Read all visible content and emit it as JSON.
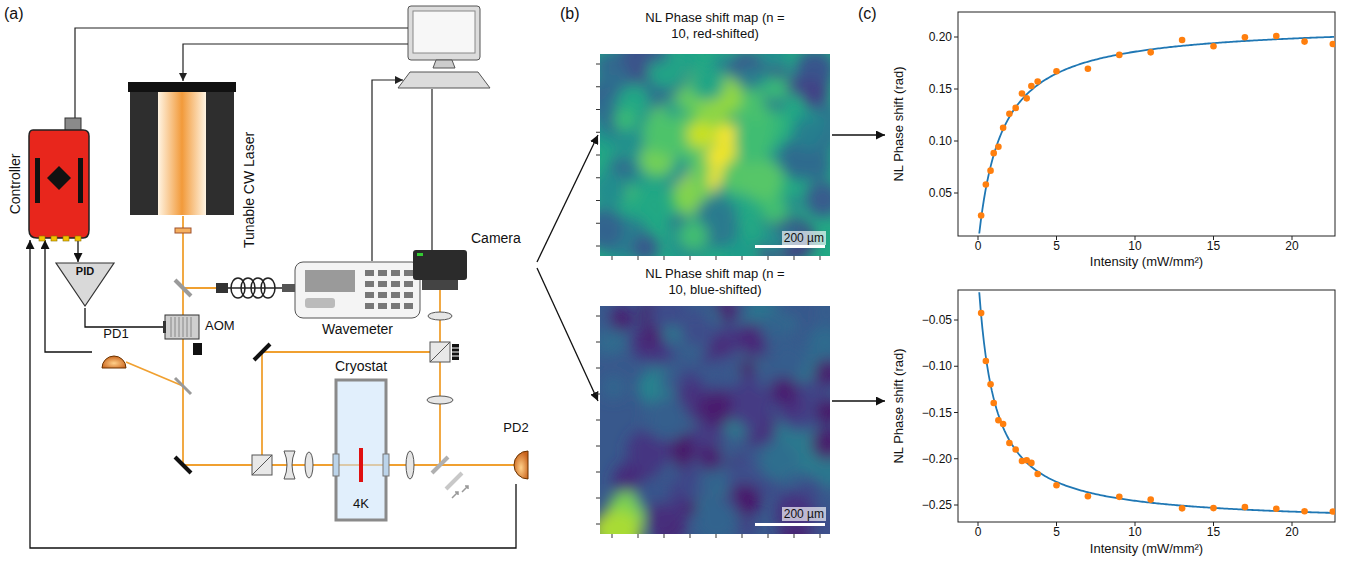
{
  "diagram": {
    "nodes": [
      {
        "text": [
          "Controller"
        ]
      },
      {
        "text": [
          "Tunable CW Laser"
        ]
      },
      {
        "text": [
          "PID"
        ]
      },
      {
        "text": [
          "AOM"
        ]
      },
      {
        "text": [
          "PD1"
        ]
      },
      {
        "text": [
          "Wavemeter"
        ]
      },
      {
        "text": [
          "Camera"
        ]
      },
      {
        "text": [
          "Cryostat",
          "4K"
        ]
      },
      {
        "text": [
          "PD2"
        ]
      },
      {
        "text": [
          "NL Phase shift map (n = 10, red-shifted)",
          "200 µm"
        ]
      },
      {
        "text": [
          "NL Phase shift map (n = 10, blue-shifted)",
          "200 µm"
        ]
      },
      {
        "text": [
          "NL Phase shift (rad)",
          "Intensity (mW/mm²)"
        ]
      },
      {
        "text": [
          "NL Phase shift (rad)",
          "Intensity (mW/mm²)"
        ]
      }
    ],
    "edges": [
      {
        "from": 0,
        "to": 2,
        "arrow": "to"
      },
      {
        "from": 2,
        "to": 3,
        "arrow": "none"
      },
      {
        "from": 4,
        "to": 0,
        "arrow": "to"
      },
      {
        "from": 8,
        "to": 0,
        "arrow": "to"
      },
      {
        "from": 6,
        "to": 9,
        "arrow": "to"
      },
      {
        "from": 6,
        "to": 10,
        "arrow": "to"
      },
      {
        "from": 9,
        "to": 11,
        "arrow": "to"
      },
      {
        "from": 10,
        "to": 12,
        "arrow": "to"
      }
    ],
    "labels": [
      "(a)",
      "(b)",
      "(c)",
      "0.05",
      "0.10",
      "0.15",
      "0.20",
      "0",
      "5",
      "10",
      "15",
      "20",
      "−0.25",
      "−0.20",
      "−0.15",
      "−0.10",
      "−0.05",
      "0",
      "5",
      "10",
      "15",
      "20"
    ]
  }
}
